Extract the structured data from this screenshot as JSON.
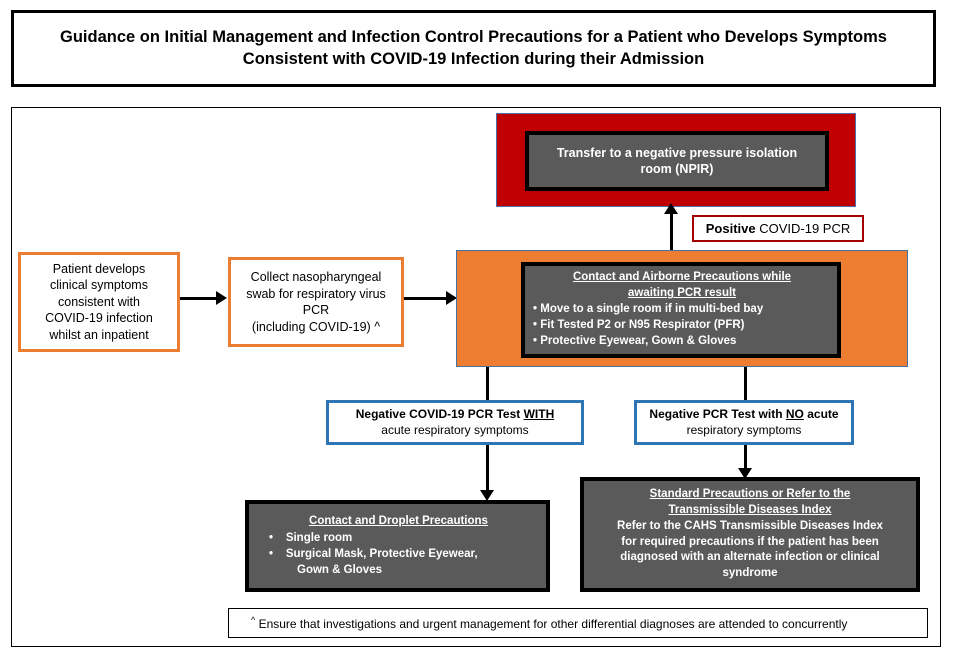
{
  "title": "Guidance on Initial Management and Infection Control Precautions for a Patient who Develops Symptoms Consistent with COVID-19 Infection during their Admission",
  "colors": {
    "orange": "#ED7D31",
    "red": "#C00000",
    "dark_red": "#A50000",
    "blue": "#2E75B6",
    "grey": "#5A5A5A",
    "black": "#000000",
    "white": "#FFFFFF"
  },
  "nodes": {
    "start": {
      "lines": [
        "Patient develops",
        "clinical symptoms",
        "consistent with",
        "COVID-19 infection",
        "whilst an inpatient"
      ]
    },
    "swab": {
      "lines": [
        "Collect nasopharyngeal",
        "swab for respiratory virus",
        "PCR",
        "(including COVID-19) ^"
      ]
    },
    "npir": {
      "heading_line1": "Transfer to a negative pressure isolation",
      "heading_line2": "room (NPIR)"
    },
    "positive_label": {
      "bold_part": "Positive",
      "rest_part": " COVID-19 PCR"
    },
    "airborne": {
      "heading_line1": "Contact and Airborne Precautions while",
      "heading_line2": "awaiting PCR result",
      "bullets": [
        "Move to a single room if in multi-bed bay",
        "Fit Tested P2 or N95 Respirator (PFR)",
        "Protective Eyewear, Gown & Gloves"
      ]
    },
    "neg_with": {
      "line1_pre": "Negative COVID-19 PCR Test ",
      "line1_underlined": "WITH",
      "line2": "acute respiratory symptoms"
    },
    "neg_no": {
      "line1_pre": "Negative PCR Test with ",
      "line1_underlined": "NO",
      "line1_post": " acute",
      "line2": "respiratory symptoms"
    },
    "droplet": {
      "heading": "Contact and Droplet Precautions",
      "bullets": [
        "Single room",
        "Surgical Mask, Protective Eyewear,"
      ],
      "bullet2_wrap": "Gown & Gloves"
    },
    "standard": {
      "heading_line1": "Standard Precautions or Refer to the",
      "heading_line2": "Transmissible Diseases Index",
      "body_lines": [
        "Refer to the CAHS Transmissible Diseases Index",
        "for required precautions if the patient has been",
        "diagnosed with an alternate infection or clinical",
        "syndrome"
      ]
    }
  },
  "footnote": {
    "marker": "^",
    "text": " Ensure that investigations and urgent management for other differential diagnoses are attended to concurrently"
  }
}
